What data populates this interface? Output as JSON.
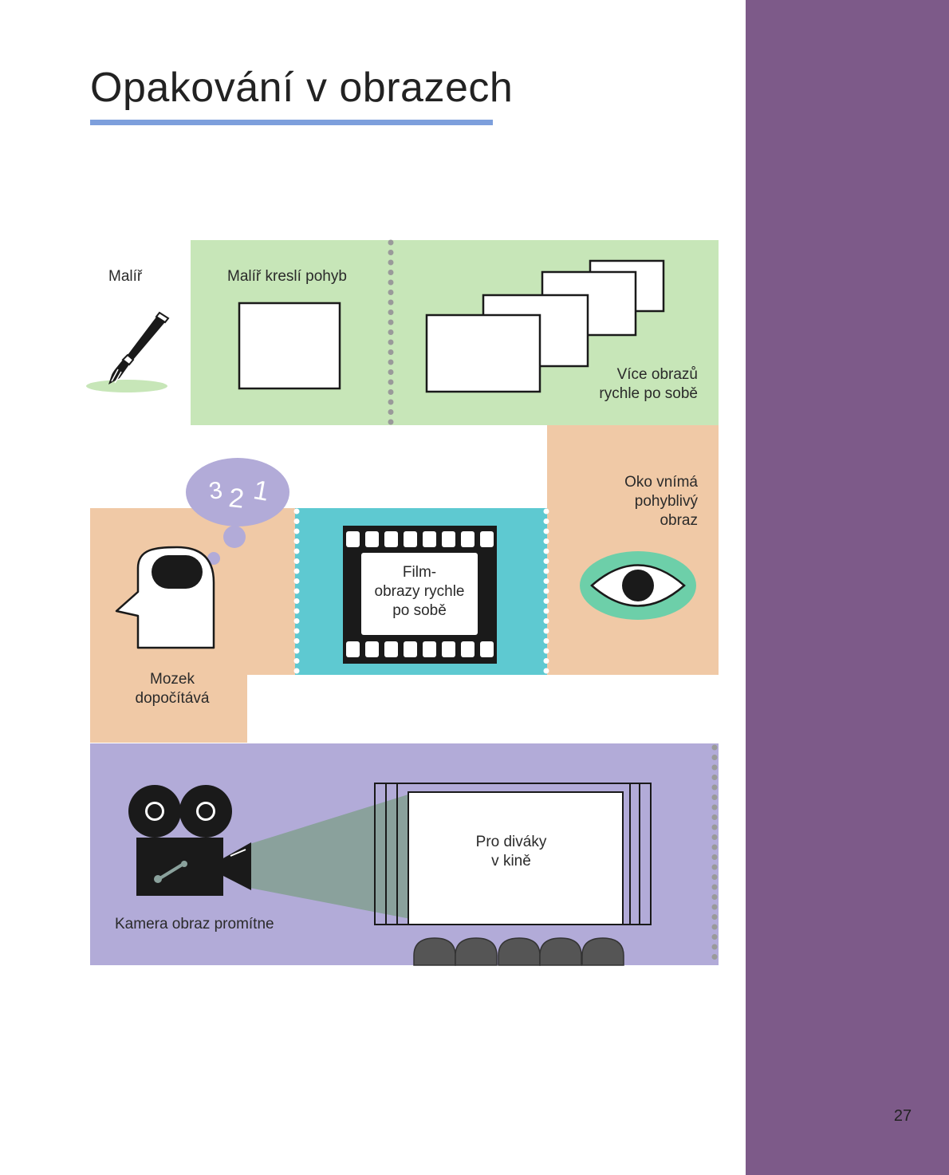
{
  "page": {
    "title": "Opakování v obrazech",
    "page_number": "27"
  },
  "labels": {
    "painter": "Malíř",
    "painter_draws": "Malíř kreslí pohyb",
    "more_images_1": "Více obrazů",
    "more_images_2": "rychle po sobě",
    "eye_1": "Oko vnímá",
    "eye_2": "pohyblivý",
    "eye_3": "obraz",
    "film_1": "Film-",
    "film_2": "obrazy rychle",
    "film_3": "po sobě",
    "brain_1": "Mozek",
    "brain_2": "dopočítává",
    "thought_numbers": [
      "3",
      "2",
      "1"
    ],
    "camera": "Kamera obraz promítne",
    "cinema_1": "Pro diváky",
    "cinema_2": "v kině"
  },
  "colors": {
    "sidebar": "#7d5a89",
    "title_underline": "#7d9fdc",
    "green_panel": "#c7e6b8",
    "peach_panel": "#f0c9a6",
    "teal_panel": "#5ec9d1",
    "lavender_panel": "#b2abd8",
    "eye_ring": "#6dcfa9",
    "projector_beam": "#8aa19c",
    "seats": "#555555"
  },
  "icons": [
    "paintbrush-icon",
    "thought-bubble-icon",
    "head-icon",
    "film-strip-icon",
    "eye-icon",
    "movie-camera-icon",
    "cinema-screen-icon",
    "cinema-seats-icon"
  ]
}
